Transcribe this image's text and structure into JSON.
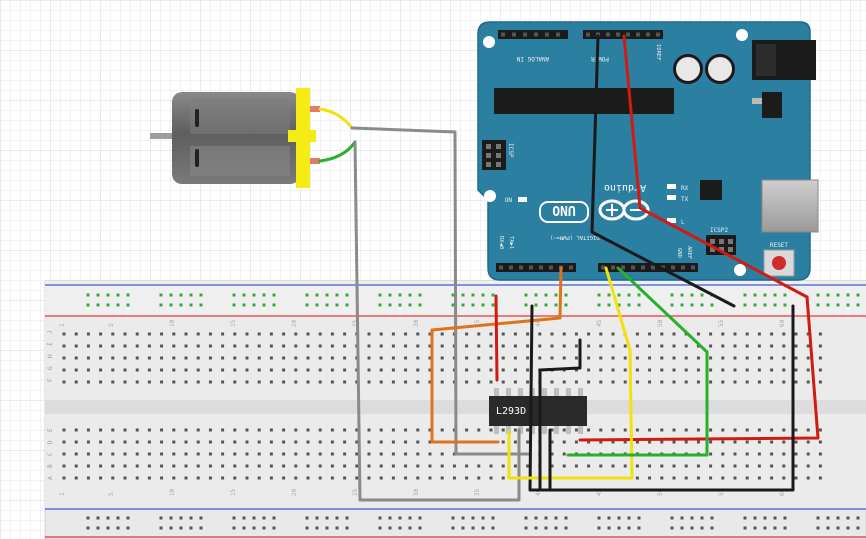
{
  "arduino": {
    "brand": "Arduino",
    "model": "UNO",
    "header_analog": "ANALOG IN",
    "header_power": "POWER",
    "header_digital": "DIGITAL (PWM=~)",
    "label_on": "ON",
    "label_rx": "RX",
    "label_tx": "TX",
    "label_l": "L",
    "label_reset": "RESET",
    "label_icsp": "ICSP",
    "label_icsp2": "ICSP2",
    "label_aref": "AREF",
    "label_gnd": "GND",
    "label_ioref": "IOREF",
    "label_tx0": "TX▶1",
    "label_rx0": "RX◀0"
  },
  "chip": {
    "label": "L293D"
  },
  "breadboard": {
    "top_numbers": [
      "1",
      "5",
      "10",
      "15",
      "20",
      "25",
      "30",
      "35",
      "40",
      "45",
      "50",
      "55",
      "60"
    ],
    "bottom_numbers": [
      "1",
      "5",
      "10",
      "15",
      "20",
      "25",
      "30",
      "35",
      "40",
      "45",
      "50",
      "55",
      "60"
    ],
    "row_letters_top": [
      "J",
      "I",
      "H",
      "G",
      "F"
    ],
    "row_letters_bottom": [
      "E",
      "D",
      "C",
      "B",
      "A"
    ]
  },
  "colors": {
    "board": "#2b7fa0",
    "wire_red": "#d11a10",
    "wire_black": "#1a1a1a",
    "wire_green": "#28b02a",
    "wire_yellow": "#f2e20c",
    "wire_orange": "#e0721b",
    "wire_gray": "#8a8a8a",
    "motor_body": "#6a6a6a",
    "motor_cap": "#f4ec12"
  }
}
